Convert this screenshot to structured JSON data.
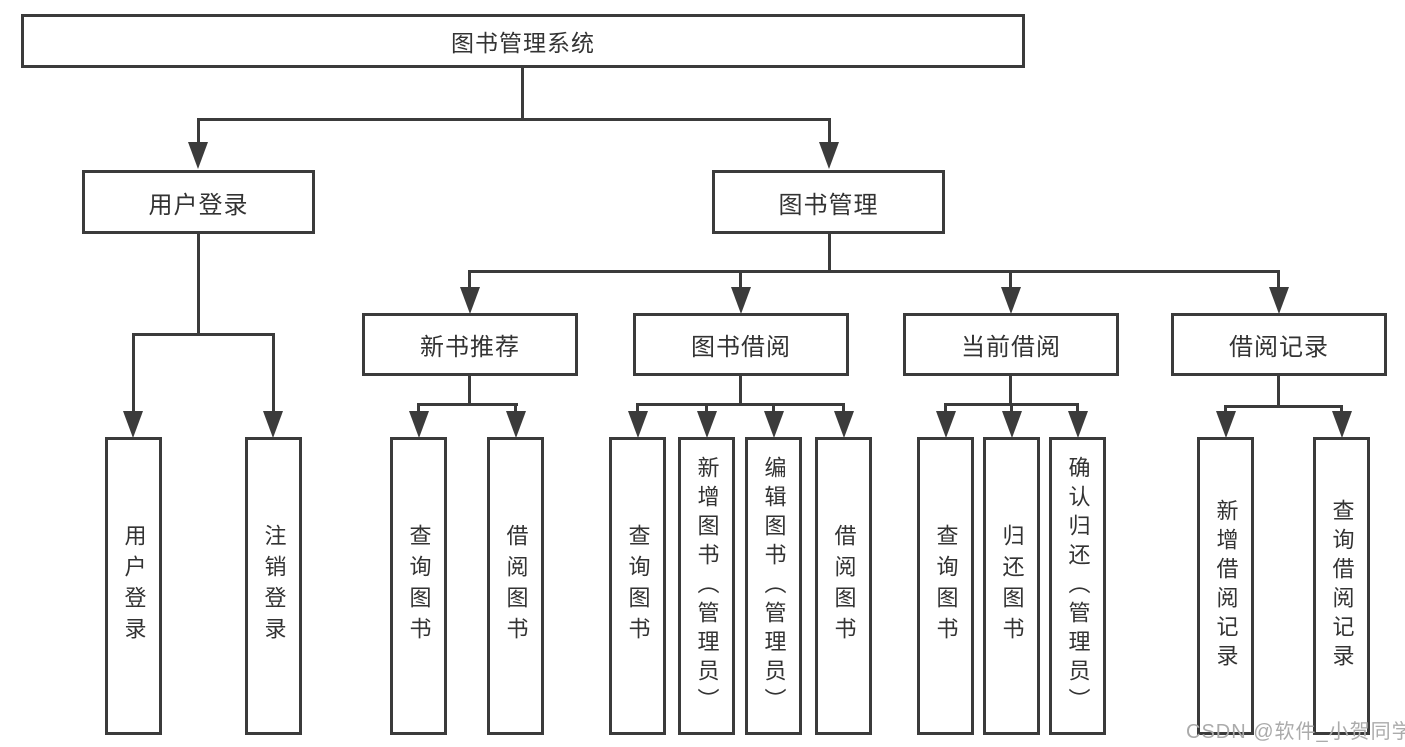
{
  "diagram": {
    "title": "图书管理系统",
    "nodes": {
      "root": "图书管理系统",
      "level2": [
        "用户登录",
        "图书管理"
      ],
      "level3": [
        "新书推荐",
        "图书借阅",
        "当前借阅",
        "借阅记录"
      ],
      "login_children": [
        "用户登录",
        "注销登录"
      ],
      "newbook_children": [
        "查询图书",
        "借阅图书"
      ],
      "borrow_children": [
        "查询图书",
        "新增图书（管理员）",
        "编辑图书（管理员）",
        "借阅图书"
      ],
      "current_children": [
        "查询图书",
        "归还图书",
        "确认归还（管理员）"
      ],
      "records_children": [
        "新增借阅记录",
        "查询借阅记录"
      ]
    },
    "watermark": "CSDN @软件_小贺同学",
    "colors": {
      "line": "#3b3b3b",
      "text": "#333333",
      "watermark": "#ababab",
      "background": "#ffffff"
    }
  }
}
